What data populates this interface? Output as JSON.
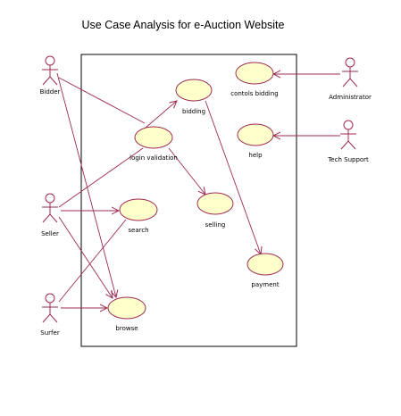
{
  "title": "Use Case Analysis for e-Auction Website",
  "colors": {
    "line": "#9c2a52",
    "use_case_fill": "#ffffcc",
    "boundary": "#000000"
  },
  "actors": {
    "bidder": "Bidder",
    "seller": "Seller",
    "surfer": "Surfer",
    "administrator": "Administrator",
    "tech_support": "Tech Support"
  },
  "use_cases": {
    "bidding": "bidding",
    "controls_bidding": "contols bidding",
    "help": "help",
    "login_validation": "login validation",
    "selling": "selling",
    "search": "search",
    "payment": "payment",
    "browse": "browse"
  }
}
